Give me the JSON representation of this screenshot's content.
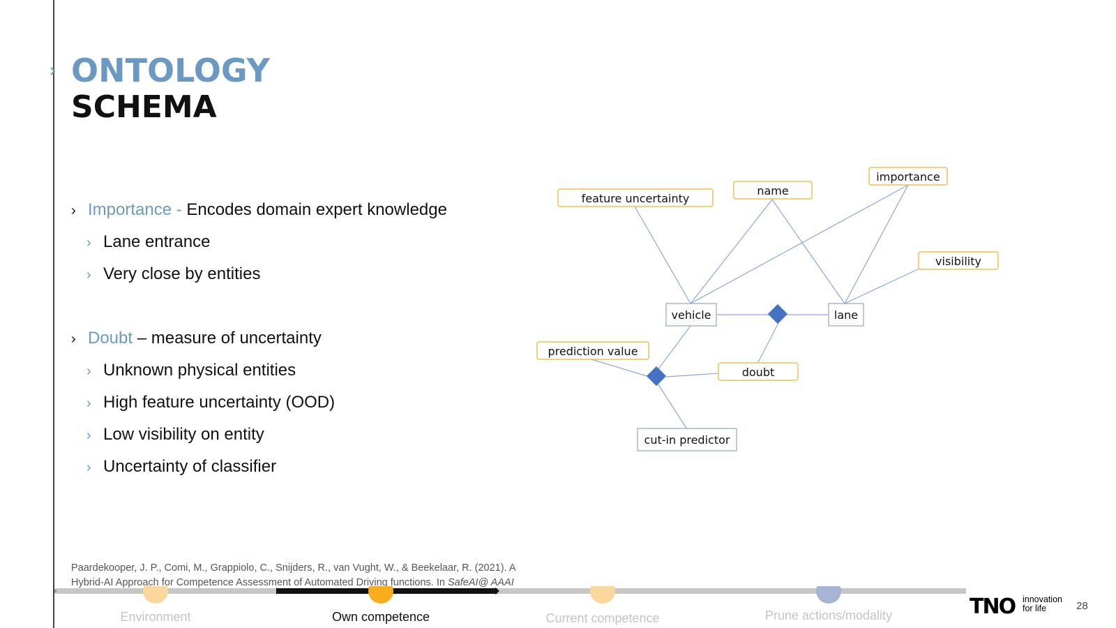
{
  "title": {
    "line1": "ONTOLOGY",
    "line2": "SCHEMA"
  },
  "bullets": {
    "importance": {
      "term": "Importance - ",
      "desc": "Encodes domain expert knowledge",
      "items": [
        "Lane entrance",
        "Very close by entities"
      ]
    },
    "doubt": {
      "term": "Doubt",
      "desc": " – measure of uncertainty",
      "items": [
        "Unknown physical entities",
        "High feature uncertainty (OOD)",
        "Low visibility on entity",
        "Uncertainty of classifier"
      ]
    }
  },
  "diagram": {
    "nodes": {
      "feature_uncertainty": "feature uncertainty",
      "name": "name",
      "importance": "importance",
      "visibility": "visibility",
      "vehicle": "vehicle",
      "lane": "lane",
      "prediction_value": "prediction value",
      "doubt": "doubt",
      "cut_in_predictor": "cut-in predictor"
    },
    "colors": {
      "attribute_border": "#f2c04d",
      "entity_border": "#8fa7c8",
      "edge": "#8fa7d6",
      "diamond": "#4472c4"
    }
  },
  "citation": {
    "line1": "Paardekooper, J. P., Comi, M., Grappiolo, C., Snijders, R., van Vught, W., & Beekelaar, R. (2021). A",
    "line2_text": "Hybrid-AI Approach for Competence Assessment of Automated Driving functions. In ",
    "line2_italic": "SafeAI@ AAAI"
  },
  "progress": {
    "steps": [
      {
        "label": "Environment",
        "color": "#fcd79b",
        "active": false
      },
      {
        "label": "Own competence",
        "color": "#f9ad1a",
        "active": true
      },
      {
        "label": "Current competence",
        "color": "#fcd79b",
        "active": false
      },
      {
        "label": "Prune actions/modality",
        "color": "#a8b4d4",
        "active": false
      }
    ]
  },
  "footer": {
    "logo": "TNO",
    "tagline1": "innovation",
    "tagline2": "for life",
    "page": "28"
  }
}
